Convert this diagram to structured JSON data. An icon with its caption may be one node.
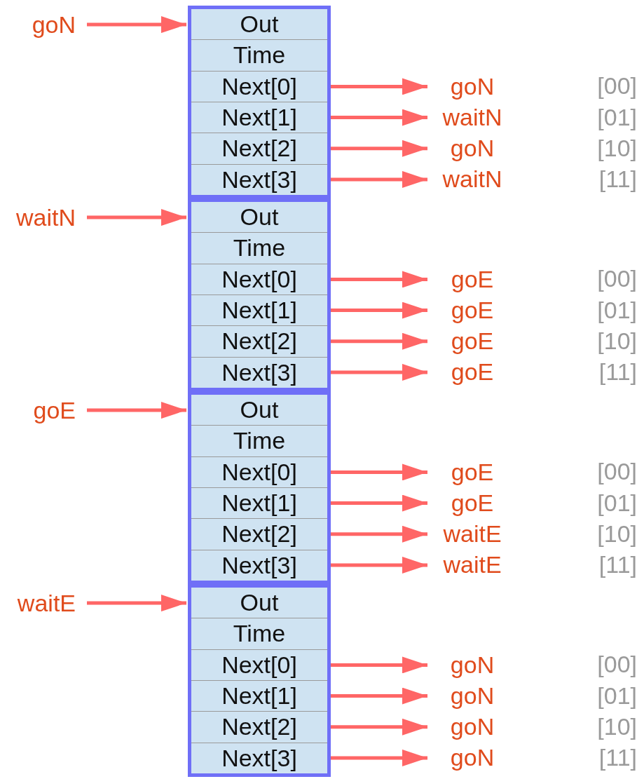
{
  "diagram": {
    "nodes": [
      {
        "text": [
          "goN"
        ]
      },
      {
        "text": [],
        "shape": "box"
      },
      {
        "text": [
          "Out"
        ],
        "in": 1
      },
      {
        "text": [
          "Time"
        ],
        "in": 1
      },
      {
        "text": [
          "Next[0]"
        ],
        "in": 1
      },
      {
        "text": [
          "Next[1]"
        ],
        "in": 1
      },
      {
        "text": [
          "Next[2]"
        ],
        "in": 1
      },
      {
        "text": [
          "Next[3]"
        ],
        "in": 1
      },
      {
        "text": [
          "goN"
        ]
      },
      {
        "text": [
          "waitN"
        ]
      },
      {
        "text": [
          "goN"
        ]
      },
      {
        "text": [
          "waitN"
        ]
      },
      {
        "text": [
          "waitN"
        ]
      },
      {
        "text": [],
        "shape": "box"
      },
      {
        "text": [
          "Out"
        ],
        "in": 13
      },
      {
        "text": [
          "Time"
        ],
        "in": 13
      },
      {
        "text": [
          "Next[0]"
        ],
        "in": 13
      },
      {
        "text": [
          "Next[1]"
        ],
        "in": 13
      },
      {
        "text": [
          "Next[2]"
        ],
        "in": 13
      },
      {
        "text": [
          "Next[3]"
        ],
        "in": 13
      },
      {
        "text": [
          "goE"
        ]
      },
      {
        "text": [
          "goE"
        ]
      },
      {
        "text": [
          "goE"
        ]
      },
      {
        "text": [
          "goE"
        ]
      },
      {
        "text": [
          "goE"
        ]
      },
      {
        "text": [],
        "shape": "box"
      },
      {
        "text": [
          "Out"
        ],
        "in": 25
      },
      {
        "text": [
          "Time"
        ],
        "in": 25
      },
      {
        "text": [
          "Next[0]"
        ],
        "in": 25
      },
      {
        "text": [
          "Next[1]"
        ],
        "in": 25
      },
      {
        "text": [
          "Next[2]"
        ],
        "in": 25
      },
      {
        "text": [
          "Next[3]"
        ],
        "in": 25
      },
      {
        "text": [
          "goE"
        ]
      },
      {
        "text": [
          "goE"
        ]
      },
      {
        "text": [
          "waitE"
        ]
      },
      {
        "text": [
          "waitE"
        ]
      },
      {
        "text": [
          "waitE"
        ]
      },
      {
        "text": [],
        "shape": "box"
      },
      {
        "text": [
          "Out"
        ],
        "in": 37
      },
      {
        "text": [
          "Time"
        ],
        "in": 37
      },
      {
        "text": [
          "Next[0]"
        ],
        "in": 37
      },
      {
        "text": [
          "Next[1]"
        ],
        "in": 37
      },
      {
        "text": [
          "Next[2]"
        ],
        "in": 37
      },
      {
        "text": [
          "Next[3]"
        ],
        "in": 37
      },
      {
        "text": [
          "goN"
        ]
      },
      {
        "text": [
          "goN"
        ]
      },
      {
        "text": [
          "goN"
        ]
      },
      {
        "text": [
          "goN"
        ]
      }
    ],
    "edges": [
      {
        "from": 0,
        "to": 1,
        "arrow": "to"
      },
      {
        "from": 4,
        "to": 8,
        "arrow": "to"
      },
      {
        "from": 5,
        "to": 9,
        "arrow": "to"
      },
      {
        "from": 6,
        "to": 10,
        "arrow": "to"
      },
      {
        "from": 7,
        "to": 11,
        "arrow": "to"
      },
      {
        "from": 12,
        "to": 13,
        "arrow": "to"
      },
      {
        "from": 16,
        "to": 20,
        "arrow": "to"
      },
      {
        "from": 17,
        "to": 21,
        "arrow": "to"
      },
      {
        "from": 18,
        "to": 22,
        "arrow": "to"
      },
      {
        "from": 19,
        "to": 23,
        "arrow": "to"
      },
      {
        "from": 24,
        "to": 25,
        "arrow": "to"
      },
      {
        "from": 28,
        "to": 32,
        "arrow": "to"
      },
      {
        "from": 29,
        "to": 33,
        "arrow": "to"
      },
      {
        "from": 30,
        "to": 34,
        "arrow": "to"
      },
      {
        "from": 31,
        "to": 35,
        "arrow": "to"
      },
      {
        "from": 36,
        "to": 37,
        "arrow": "to"
      },
      {
        "from": 40,
        "to": 44,
        "arrow": "to"
      },
      {
        "from": 41,
        "to": 45,
        "arrow": "to"
      },
      {
        "from": 42,
        "to": 46,
        "arrow": "to"
      },
      {
        "from": 43,
        "to": 47,
        "arrow": "to"
      }
    ],
    "labels": [
      "[00]",
      "[01]",
      "[10]",
      "[11]",
      "[00]",
      "[01]",
      "[10]",
      "[11]",
      "[00]",
      "[01]",
      "[10]",
      "[11]",
      "[00]",
      "[01]",
      "[10]",
      "[11]"
    ]
  }
}
